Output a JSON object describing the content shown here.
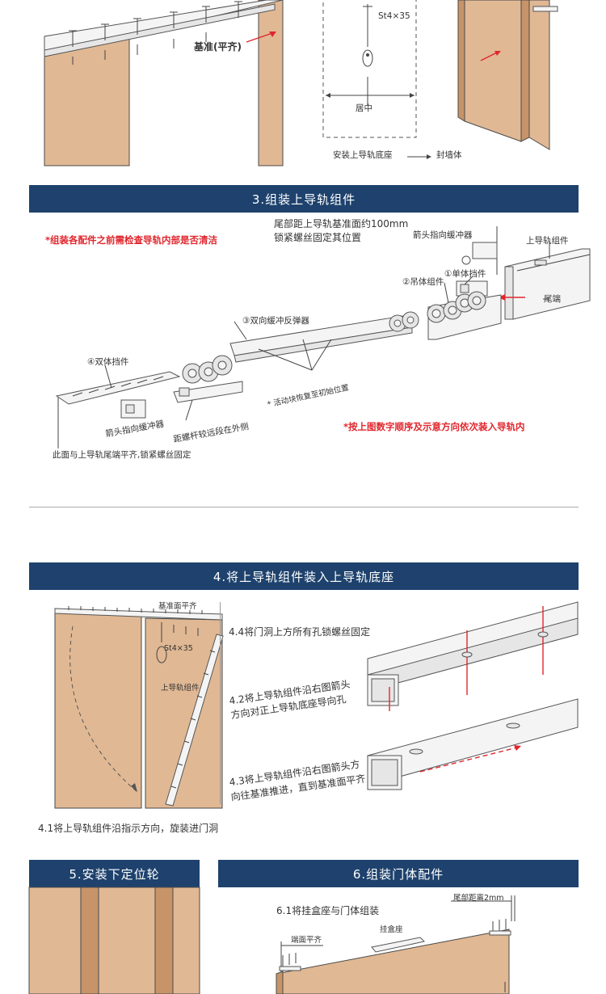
{
  "top": {
    "datum_label": "基准(平齐)",
    "screw_label": "St4×35",
    "center_label": "居中",
    "legend_left": "安装上导轨底座",
    "legend_right": "封墙体"
  },
  "section3": {
    "title": "3.组装上导轨组件",
    "warning": "*组装各配件之前需检查导轨内部是否清洁",
    "tail_note_line1": "尾部距上导轨基准面约100mm",
    "tail_note_line2": "锁紧螺丝固定其位置",
    "arrow_buffer_right": "箭头指向缓冲器",
    "single_stopper": "①单体挡件",
    "hanger": "②吊体组件",
    "double_buffer": "③双向缓冲反弹器",
    "double_stopper": "④双体挡件",
    "upper_rail_assembly": "上导轨组件",
    "tail": "尾端",
    "active_block": "* 活动块恢复至初始位置",
    "arrow_buffer_left": "箭头指向缓冲器",
    "screw_far": "距螺杆较远段在外侧",
    "flush_note": "此面与上导轨尾端平齐,锁紧螺丝固定",
    "order_note": "*按上图数字顺序及示意方向依次装入导轨内"
  },
  "section4": {
    "title": "4.将上导轨组件装入上导轨底座",
    "datum_flush": "基准面平齐",
    "screw_label": "St4×35",
    "rail_assembly": "上导轨组件",
    "step_4_4": "4.4将门洞上方所有孔锁螺丝固定",
    "step_4_2_line1": "4.2将上导轨组件沿右图箭头",
    "step_4_2_line2": "方向对正上导轨底座导向孔",
    "step_4_3_line1": "4.3将上导轨组件沿右图箭头方",
    "step_4_3_line2": "向往基准推进，直到基准面平齐",
    "step_4_1": "4.1将上导轨组件沿指示方向，旋装进门洞"
  },
  "section5": {
    "title": "5.安装下定位轮"
  },
  "section6": {
    "title": "6.组装门体配件",
    "step_6_1": "6.1将挂盒座与门体组装",
    "tail_distance": "尾部距离2mm",
    "end_flush": "端面平齐",
    "hanger_seat": "挂盒座"
  },
  "colors": {
    "banner": "#1e426d",
    "wood": "#e0b894",
    "warning": "#e0262d"
  }
}
